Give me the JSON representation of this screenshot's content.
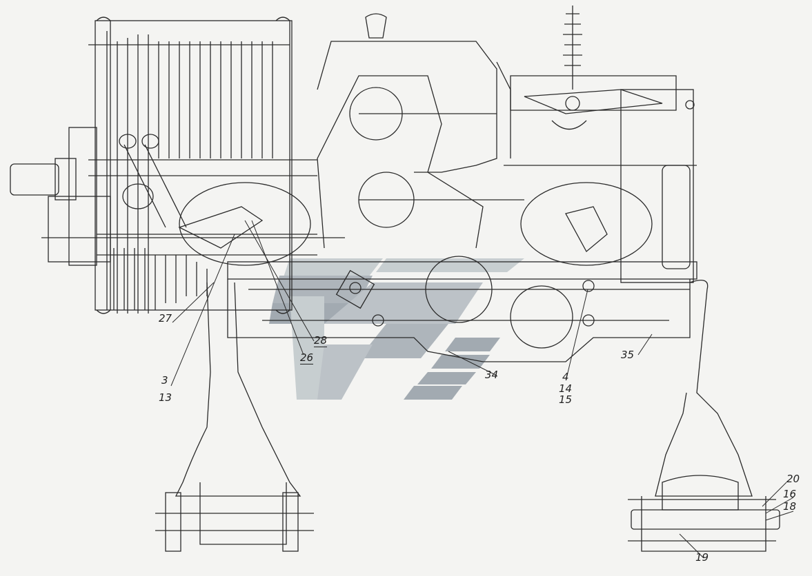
{
  "diagram": {
    "colors": {
      "paper": "#f4f4f2",
      "ink": "#2a2a2a",
      "watermark": "#9aa3ab",
      "watermark_light": "#c3cacd"
    },
    "callouts": {
      "c27": "27",
      "c28": "28",
      "c26": "26",
      "c3": "3",
      "c13": "13",
      "c34": "34",
      "c4": "4",
      "c14": "14",
      "c15": "15",
      "c35": "35",
      "c20": "20",
      "c16": "16",
      "c18": "18",
      "c19": "19"
    }
  }
}
